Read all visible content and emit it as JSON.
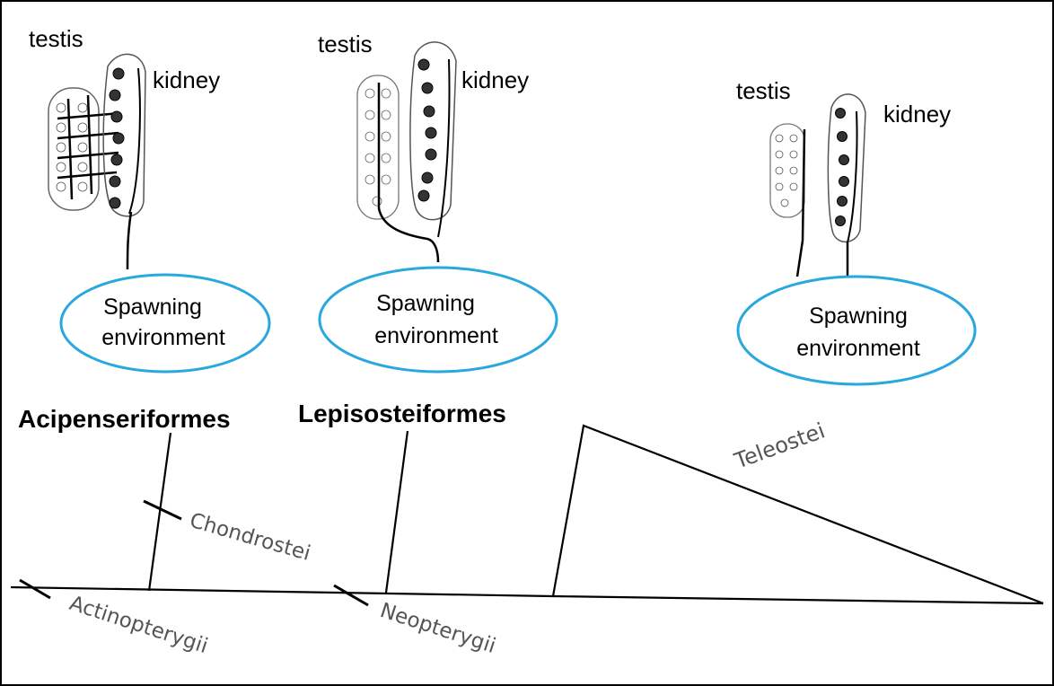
{
  "organs": {
    "testis": "testis",
    "kidney": "kidney"
  },
  "environment": {
    "line1": "Spawning",
    "line2": "environment"
  },
  "groups": {
    "acipenseriformes": "Acipenseriformes",
    "lepisosteiformes": "Lepisosteiformes",
    "teleostei": "Teleostei"
  },
  "clades": {
    "actinopterygii": "Actinopterygii",
    "chondrostei": "Chondrostei",
    "neopterygii": "Neopterygii"
  },
  "colors": {
    "ellipse_stroke": "#29a8df",
    "line": "#000000",
    "grey_text": "#555555"
  }
}
